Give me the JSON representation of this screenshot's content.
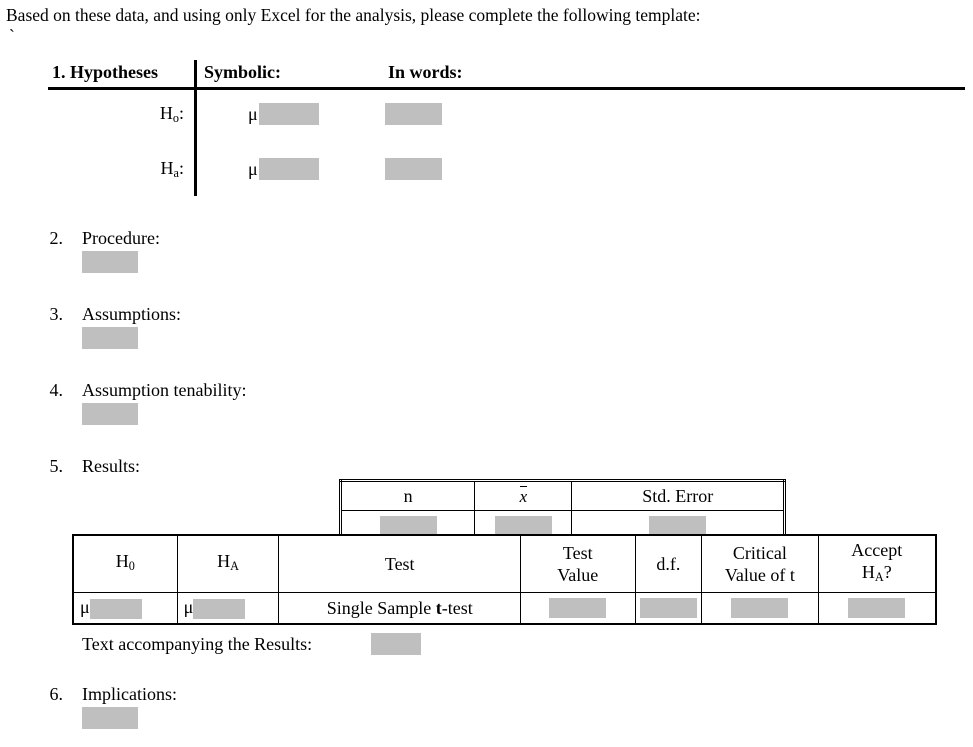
{
  "document": {
    "intro": "Based on these data, and using only Excel for the analysis, please complete the following template:",
    "stray_mark": "`"
  },
  "hypotheses": {
    "heading_number": "1. Hypotheses",
    "column_symbolic": "Symbolic:",
    "column_in_words": "In words:",
    "rows": [
      {
        "label": "H",
        "sub": "o",
        "colon": ":",
        "mu": "μ",
        "symbolic_value": "",
        "words_value": ""
      },
      {
        "label": "H",
        "sub": "a",
        "colon": ":",
        "mu": "μ",
        "symbolic_value": "",
        "words_value": ""
      }
    ]
  },
  "items": [
    {
      "number": "2.",
      "label": "Procedure:",
      "value": ""
    },
    {
      "number": "3.",
      "label": "Assumptions:",
      "value": ""
    },
    {
      "number": "4.",
      "label": "Assumption tenability:",
      "value": ""
    },
    {
      "number": "5.",
      "label": "Results:",
      "value": ""
    },
    {
      "number": "6.",
      "label": "Implications:",
      "value": ""
    }
  ],
  "summary_table": {
    "headers": [
      "n",
      "x̄",
      "Std. Error"
    ],
    "header_n": "n",
    "header_xbar": "x",
    "header_std_error": "Std. Error",
    "values": [
      "",
      "",
      ""
    ]
  },
  "test_table": {
    "headers": {
      "h0": "H",
      "h0_sub": "0",
      "ha": "H",
      "ha_sub": "A",
      "test": "Test",
      "test_value_line1": "Test",
      "test_value_line2": "Value",
      "df": "d.f.",
      "critical_line1": "Critical",
      "critical_line2": "Value of t",
      "accept_line1": "Accept",
      "accept_line2": "H",
      "accept_line2_sub": "A",
      "accept_line2_tail": "?"
    },
    "row": {
      "h0_mu": "μ",
      "h0_value": "",
      "ha_mu": "μ",
      "ha_value": "",
      "test_name_prefix": "Single Sample ",
      "test_name_bold": "t",
      "test_name_suffix": "-test",
      "test_value": "",
      "df_value": "",
      "critical_value": "",
      "accept_value": ""
    }
  },
  "accompanying": {
    "label": "Text accompanying the Results:",
    "value": ""
  },
  "colors": {
    "field_fill": "#bfbfbf",
    "rule": "#000000",
    "page_background": "#ffffff",
    "text": "#000000"
  }
}
